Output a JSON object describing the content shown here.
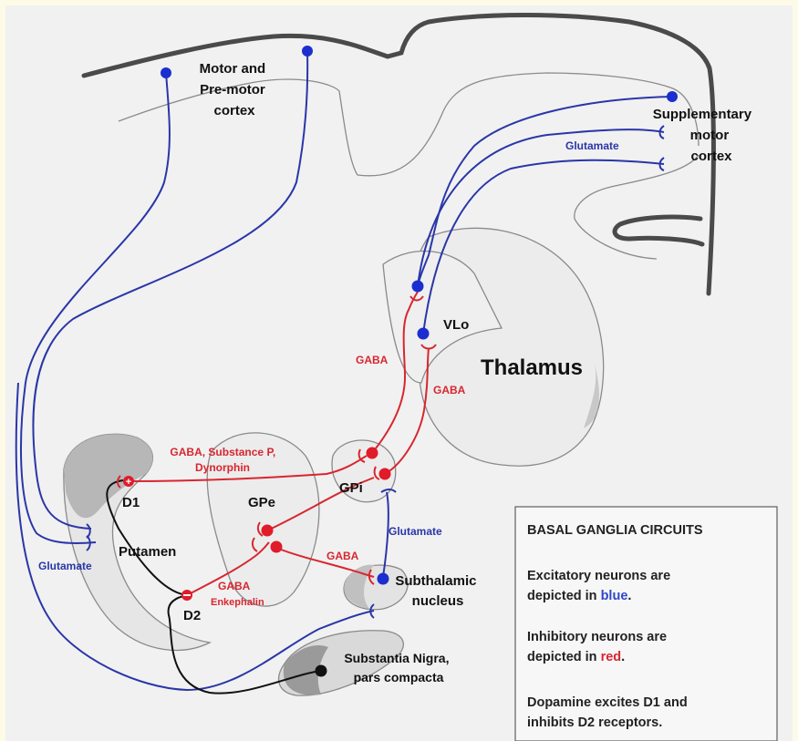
{
  "cortex": {
    "motor_label_lines": [
      "Motor and",
      "Pre-motor",
      "cortex"
    ],
    "supplementary_label_lines": [
      "Supplementary",
      "motor",
      "cortex"
    ],
    "glutamate_label": "Glutamate"
  },
  "regions": {
    "thalamus": "Thalamus",
    "vlo": "VLo",
    "gpi": "GPi",
    "gpe": "GPe",
    "putamen": "Putamen",
    "d1": "D1",
    "d2": "D2",
    "subthalamic_lines": [
      "Subthalamic",
      "nucleus"
    ],
    "substantia_lines": [
      "Substantia Nigra,",
      "pars compacta"
    ]
  },
  "transmitters": {
    "gaba_thalamus_left": "GABA",
    "gaba_thalamus_right": "GABA",
    "gaba_substance_lines": [
      "GABA, Substance P,",
      "Dynorphin"
    ],
    "glutamate_stn": "Glutamate",
    "glutamate_putamen": "Glutamate",
    "gaba_stn": "GABA",
    "gaba_enkephalin_lines": [
      "GABA",
      "Enkephalin"
    ]
  },
  "legend": {
    "title": "BASAL GANGLIA CIRCUITS",
    "excitatory_line1": "Excitatory neurons are",
    "excitatory_prefix": "depicted in ",
    "excitatory_color_word": "blue",
    "inhibitory_line1": "Inhibitory neurons are",
    "inhibitory_prefix": "depicted in ",
    "inhibitory_color_word": "red",
    "period": ".",
    "dopamine_line1": "Dopamine excites D1 and",
    "dopamine_line2": "inhibits D2 receptors."
  },
  "colors": {
    "excitatory": "#2a36a8",
    "inhibitory": "#d8262f",
    "dopamine": "#111111",
    "page_border": "#fdfbe8"
  }
}
